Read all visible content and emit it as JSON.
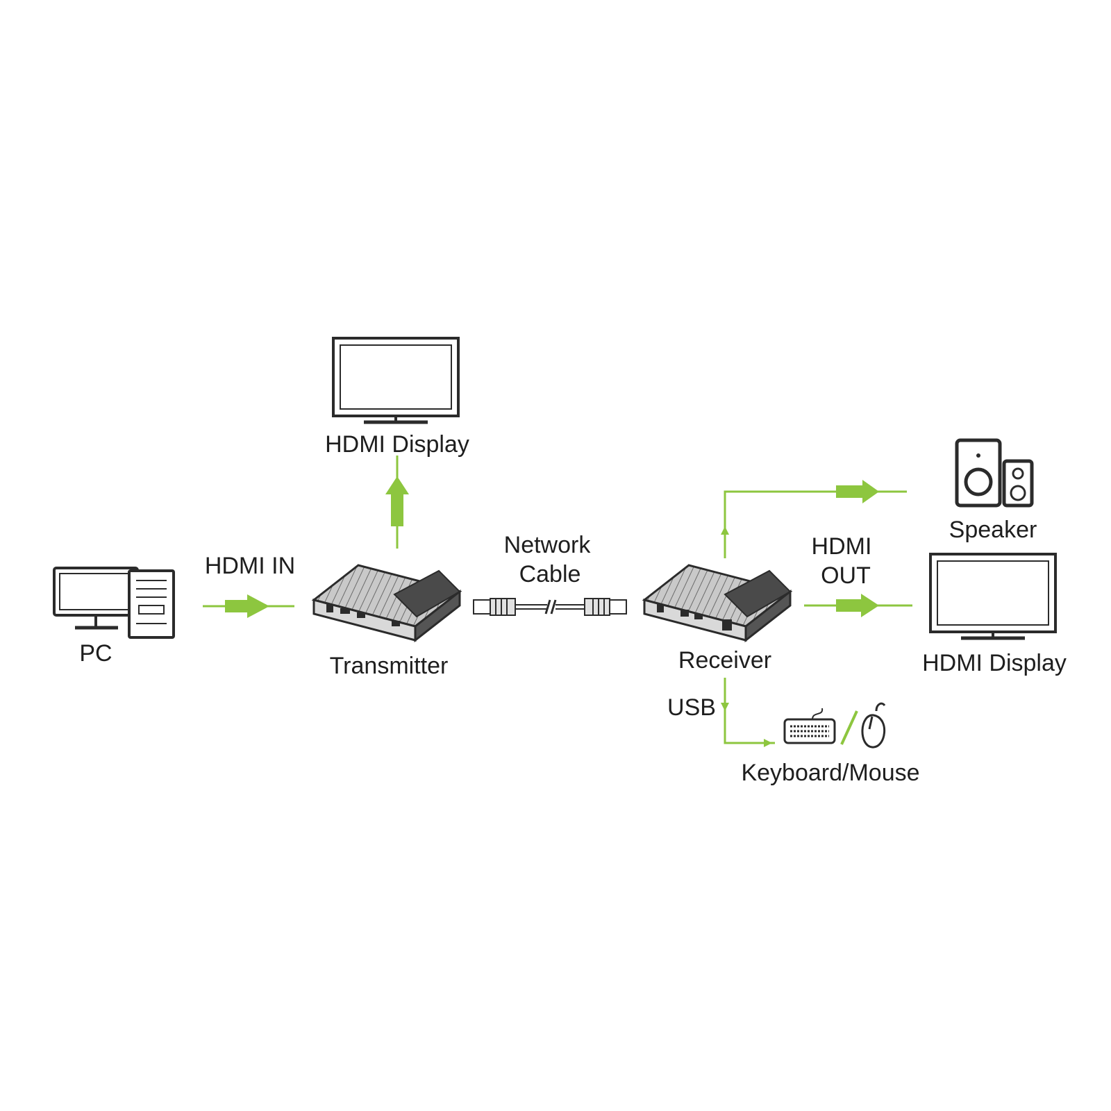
{
  "labels": {
    "pc": "PC",
    "hdmi_in": "HDMI IN",
    "transmitter": "Transmitter",
    "hdmi_display_top": "HDMI Display",
    "network_line1": "Network",
    "network_line2": "Cable",
    "receiver": "Receiver",
    "speaker": "Speaker",
    "hdmi_out_line1": "HDMI",
    "hdmi_out_line2": "OUT",
    "hdmi_display_right": "HDMI Display",
    "usb": "USB",
    "keyboard_mouse": "Keyboard/Mouse"
  },
  "colors": {
    "accent_green": "#8dc63f",
    "line_dark": "#2b2b2b",
    "device_body": "#d9d9d9"
  },
  "icons": [
    "desktop-pc-icon",
    "transmitter-box-icon",
    "monitor-icon",
    "network-cable-icon",
    "receiver-box-icon",
    "speaker-icon",
    "keyboard-icon",
    "mouse-icon"
  ]
}
